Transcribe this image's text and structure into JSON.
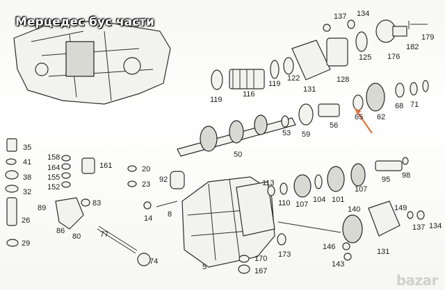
{
  "title": "Мерцедес бус части",
  "watermark": "bazar",
  "part_numbers": {
    "p137a": "137",
    "p134a": "134",
    "p179": "179",
    "p176": "176",
    "p182": "182",
    "p125": "125",
    "p128": "128",
    "p131a": "131",
    "p122": "122",
    "p119a": "119",
    "p116": "116",
    "p119b": "119",
    "p68": "68",
    "p71": "71",
    "p62": "62",
    "p65": "65",
    "p56": "56",
    "p59": "59",
    "p53": "53",
    "p50": "50",
    "p35": "35",
    "p41": "41",
    "p38": "38",
    "p32": "32",
    "p26": "26",
    "p29": "29",
    "p158": "158",
    "p164": "164",
    "p155": "155",
    "p152": "152",
    "p161": "161",
    "p20": "20",
    "p23": "23",
    "p92": "92",
    "p89": "89",
    "p83": "83",
    "p86": "86",
    "p80": "80",
    "p14": "14",
    "p8": "8",
    "p77": "77",
    "p74": "74",
    "p5": "5",
    "p170": "170",
    "p167": "167",
    "p173": "173",
    "p113": "113",
    "p110": "110",
    "p107a": "107",
    "p104": "104",
    "p101": "101",
    "p107b": "107",
    "p95": "95",
    "p98": "98",
    "p140": "140",
    "p146": "146",
    "p143": "143",
    "p131b": "131",
    "p149": "149",
    "p137b": "137",
    "p134b": "134"
  },
  "arrow_color": "#e0743a"
}
